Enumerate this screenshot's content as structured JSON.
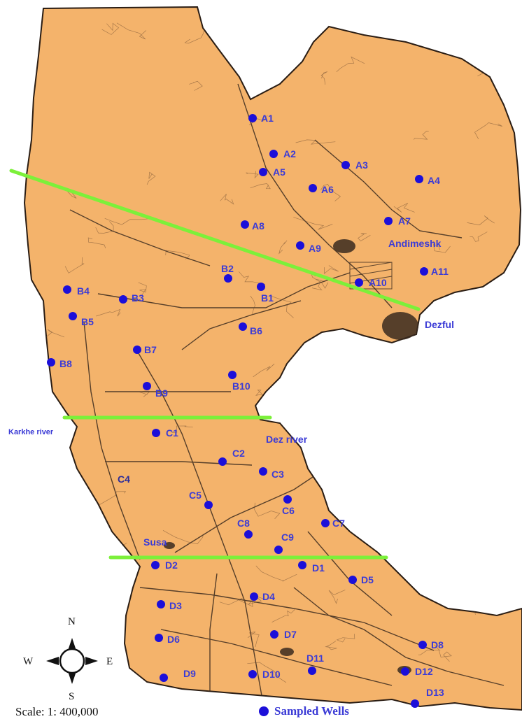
{
  "colors": {
    "land": "#f4b36b",
    "road": "#3a2a1e",
    "boundary": "#7cf03a",
    "well_marker": "#1c0fd9",
    "label": "#3b3bd6"
  },
  "places": {
    "andimeshk": "Andimeshk",
    "dezful": "Dezful",
    "susa": "Susa",
    "karkhe": "Karkhe river",
    "dez": "Dez river",
    "c4": "C4"
  },
  "wells": [
    {
      "id": "A1",
      "label": "A1"
    },
    {
      "id": "A2",
      "label": "A2"
    },
    {
      "id": "A3",
      "label": "A3"
    },
    {
      "id": "A4",
      "label": "A4"
    },
    {
      "id": "A5",
      "label": "A5"
    },
    {
      "id": "A6",
      "label": "A6"
    },
    {
      "id": "A7",
      "label": "A7"
    },
    {
      "id": "A8",
      "label": "A8"
    },
    {
      "id": "A9",
      "label": "A9"
    },
    {
      "id": "A10",
      "label": "A10"
    },
    {
      "id": "A11",
      "label": "A11"
    },
    {
      "id": "B1",
      "label": "B1"
    },
    {
      "id": "B2",
      "label": "B2"
    },
    {
      "id": "B3",
      "label": "B3"
    },
    {
      "id": "B4",
      "label": "B4"
    },
    {
      "id": "B5",
      "label": "B5"
    },
    {
      "id": "B6",
      "label": "B6"
    },
    {
      "id": "B7",
      "label": "B7"
    },
    {
      "id": "B8",
      "label": "B8"
    },
    {
      "id": "B9",
      "label": "B9"
    },
    {
      "id": "B10",
      "label": "B10"
    },
    {
      "id": "C1",
      "label": "C1"
    },
    {
      "id": "C2",
      "label": "C2"
    },
    {
      "id": "C3",
      "label": "C3"
    },
    {
      "id": "C5",
      "label": "C5"
    },
    {
      "id": "C6",
      "label": "C6"
    },
    {
      "id": "C7",
      "label": "C7"
    },
    {
      "id": "C8",
      "label": "C8"
    },
    {
      "id": "C9",
      "label": "C9"
    },
    {
      "id": "D1",
      "label": "D1"
    },
    {
      "id": "D2",
      "label": "D2"
    },
    {
      "id": "D3",
      "label": "D3"
    },
    {
      "id": "D4",
      "label": "D4"
    },
    {
      "id": "D5",
      "label": "D5"
    },
    {
      "id": "D6",
      "label": "D6"
    },
    {
      "id": "D7",
      "label": "D7"
    },
    {
      "id": "D8",
      "label": "D8"
    },
    {
      "id": "D9",
      "label": "D9"
    },
    {
      "id": "D10",
      "label": "D10"
    },
    {
      "id": "D11",
      "label": "D11"
    },
    {
      "id": "D12",
      "label": "D12"
    },
    {
      "id": "D13",
      "label": "D13"
    }
  ],
  "compass": {
    "n": "N",
    "s": "S",
    "e": "E",
    "w": "W"
  },
  "scale": "Scale: 1: 400,000",
  "legend": {
    "label": "Sampled Wells"
  }
}
